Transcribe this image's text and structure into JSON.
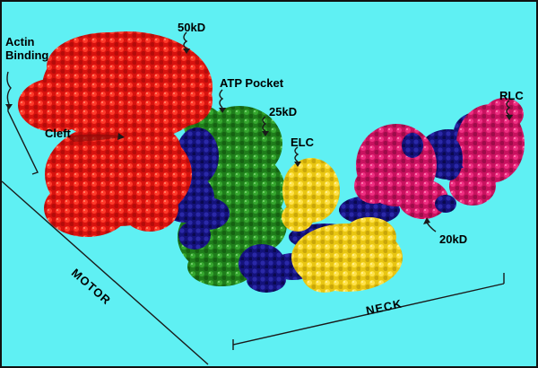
{
  "colors": {
    "background": "#5ff0f3",
    "heavy_chain_50kd": "#ee1a14",
    "heavy_chain_25kd": "#218b1d",
    "heavy_chain_dark": "#14127a",
    "essential_light_chain": "#f5d21a",
    "regulatory_light_chain": "#d8166a",
    "annotation": "#1a1a1a"
  },
  "labels": {
    "actin_binding": [
      "Actin",
      "Binding"
    ],
    "kd50": "50kD",
    "atp_pocket": "ATP Pocket",
    "kd25": "25kD",
    "cleft": "Cleft",
    "elc": "ELC",
    "rlc": "RLC",
    "kd20": "20kD",
    "motor": "MOTOR",
    "neck": "NECK"
  }
}
